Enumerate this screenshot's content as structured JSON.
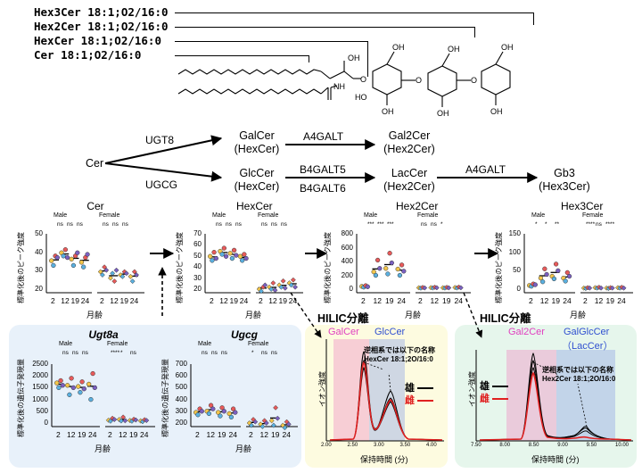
{
  "header_lipids": [
    {
      "id": "hex3cer",
      "label": "Hex3Cer 18:1;O2/16:0"
    },
    {
      "id": "hex2cer",
      "label": "Hex2Cer 18:1;O2/16:0"
    },
    {
      "id": "hexcer",
      "label": "HexCer 18:1;O2/16:0"
    },
    {
      "id": "cer",
      "label": "Cer 18:1;O2/16:0"
    }
  ],
  "structure": {
    "oh": "OH",
    "nh": "NH",
    "o": "O",
    "ho": "HO"
  },
  "pathway": {
    "cer": "Cer",
    "ugt8": "UGT8",
    "ugcg": "UGCG",
    "galcer": "GalCer",
    "galcer_sub": "(HexCer)",
    "glccer": "GlcCer",
    "glccer_sub": "(HexCer)",
    "a4galt_1": "A4GALT",
    "gal2cer": "Gal2Cer",
    "gal2cer_sub": "(Hex2Cer)",
    "b4galt5": "B4GALT5",
    "b4galt6": "B4GALT6",
    "laccer": "LacCer",
    "laccer_sub": "(Hex2Cer)",
    "a4galt_2": "A4GALT",
    "gb3": "Gb3",
    "gb3_sub": "(Hex3Cer)"
  },
  "common": {
    "male": "Male",
    "female": "Female",
    "xlabel": "月齢",
    "ages": [
      "2",
      "12",
      "19",
      "24"
    ],
    "ylabel_peak": "標準化後のピーク強度",
    "ylabel_gene": "標準化後の遺伝子発現量"
  },
  "plots": [
    {
      "id": "cer",
      "title": "Cer",
      "italic": false,
      "yticks": [
        "50",
        "40",
        "30",
        "20"
      ],
      "male_sig": [
        "ns",
        "ns",
        "ns"
      ],
      "female_sig": [
        "ns",
        "ns",
        "ns"
      ],
      "male_groups": [
        [
          33,
          30,
          36,
          35
        ],
        [
          38,
          36,
          40,
          35
        ],
        [
          34,
          30,
          36,
          38
        ],
        [
          32,
          29,
          35,
          37
        ]
      ],
      "female_groups": [
        [
          26,
          24,
          29,
          27
        ],
        [
          22,
          25,
          20,
          27
        ],
        [
          24,
          23,
          26,
          25
        ],
        [
          23,
          20,
          26,
          24
        ]
      ],
      "ymin": 15,
      "ymax": 50
    },
    {
      "id": "hexcer",
      "title": "HexCer",
      "italic": false,
      "yticks": [
        "70",
        "60",
        "50",
        "40",
        "30",
        "20"
      ],
      "male_sig": [
        "ns",
        "ns",
        "ns"
      ],
      "female_sig": [
        "ns",
        "ns",
        "ns"
      ],
      "male_groups": [
        [
          50,
          46,
          54,
          48
        ],
        [
          55,
          52,
          58,
          50
        ],
        [
          53,
          48,
          56,
          51
        ],
        [
          50,
          46,
          52,
          48
        ]
      ],
      "female_groups": [
        [
          18,
          16,
          20,
          22
        ],
        [
          20,
          18,
          24,
          17
        ],
        [
          22,
          20,
          26,
          19
        ],
        [
          24,
          22,
          27,
          20
        ]
      ],
      "ymin": 18,
      "ymax": 72
    },
    {
      "id": "hex2cer",
      "title": "Hex2Cer",
      "italic": false,
      "yticks": [
        "800",
        "600",
        "400",
        "200",
        "0"
      ],
      "male_sig": [
        "***",
        "***",
        "***"
      ],
      "female_sig": [
        "ns",
        "ns",
        "*"
      ],
      "male_groups": [
        [
          40,
          30,
          50,
          35
        ],
        [
          250,
          200,
          420,
          300
        ],
        [
          300,
          220,
          520,
          380
        ],
        [
          290,
          200,
          350,
          260
        ]
      ],
      "female_groups": [
        [
          20,
          15,
          25,
          18
        ],
        [
          22,
          18,
          28,
          20
        ],
        [
          20,
          16,
          26,
          19
        ],
        [
          24,
          18,
          30,
          20
        ]
      ],
      "ymin": 0,
      "ymax": 800
    },
    {
      "id": "hex3cer",
      "title": "Hex3Cer",
      "italic": false,
      "yticks": [
        "150",
        "100",
        "50",
        "0"
      ],
      "male_sig": [
        "*",
        "*",
        "**"
      ],
      "female_sig": [
        "****",
        "ns",
        "****"
      ],
      "male_groups": [
        [
          10,
          8,
          14,
          12
        ],
        [
          30,
          20,
          55,
          40
        ],
        [
          35,
          28,
          68,
          50
        ],
        [
          30,
          22,
          45,
          35
        ]
      ],
      "female_groups": [
        [
          3,
          2,
          4,
          3
        ],
        [
          4,
          3,
          5,
          3
        ],
        [
          3,
          2,
          4,
          3
        ],
        [
          4,
          3,
          5,
          3
        ]
      ],
      "ymin": 0,
      "ymax": 150
    },
    {
      "id": "ugt8a",
      "title": "Ugt8a",
      "italic": true,
      "yticks": [
        "2500",
        "2000",
        "1500",
        "1000",
        "500",
        "0"
      ],
      "male_sig": [
        "ns",
        "ns",
        "ns"
      ],
      "female_sig": [
        "****",
        "*",
        "ns"
      ],
      "male_groups": [
        [
          1700,
          1500,
          1800,
          1600
        ],
        [
          1600,
          1200,
          1900,
          1500
        ],
        [
          1550,
          1300,
          1750,
          1450
        ],
        [
          1650,
          1000,
          2100,
          1500
        ]
      ],
      "female_groups": [
        [
          120,
          80,
          200,
          150
        ],
        [
          150,
          90,
          250,
          100
        ],
        [
          110,
          80,
          160,
          130
        ],
        [
          90,
          60,
          140,
          110
        ]
      ],
      "ymin": 0,
      "ymax": 2500
    },
    {
      "id": "ugcg",
      "title": "Ugcg",
      "italic": true,
      "yticks": [
        "700",
        "600",
        "500",
        "400",
        "300",
        "200"
      ],
      "male_sig": [
        "ns",
        "ns",
        "ns"
      ],
      "female_sig": [
        "*",
        "ns",
        "ns"
      ],
      "male_groups": [
        [
          290,
          270,
          320,
          300
        ],
        [
          300,
          280,
          350,
          320
        ],
        [
          290,
          260,
          330,
          300
        ],
        [
          280,
          250,
          320,
          290
        ]
      ],
      "female_groups": [
        [
          200,
          180,
          230,
          210
        ],
        [
          190,
          170,
          220,
          200
        ],
        [
          220,
          180,
          330,
          240
        ],
        [
          180,
          160,
          210,
          190
        ]
      ],
      "ymin": 200,
      "ymax": 700
    }
  ],
  "hilic": {
    "label": "HILIC分離"
  },
  "chrom1": {
    "peak_a": "GalCer",
    "peak_b": "GlcCer",
    "ylabel": "イオン強度",
    "xlabel": "保持時間 (分)",
    "note_line1": "逆相系では以下の名称",
    "note_line2": "HexCer 18:1;2O/16:0",
    "male": "雄",
    "female": "雌",
    "xticks": [
      "2.00",
      "2.50",
      "3.00",
      "3.50",
      "4.00"
    ]
  },
  "chrom2": {
    "peak_a": "Gal2Cer",
    "peak_b": "GalGlcCer",
    "peak_b2": "（LacCer）",
    "ylabel": "イオン強度",
    "xlabel": "保持時間 (分)",
    "note_line1": "逆相系では以下の名称",
    "note_line2": "Hex2Cer 18:1;2O/16:0",
    "male": "雄",
    "female": "雌",
    "xticks": [
      "7.50",
      "8.00",
      "8.50",
      "9.00",
      "9.50",
      "10.00"
    ]
  },
  "colors": {
    "pink": "#e040c0",
    "blue": "#3050d0",
    "red": "#e02020",
    "panel_blue": "#e8f1fa",
    "panel_yellow": "#fdfbe0",
    "panel_green": "#e6f6ec"
  }
}
